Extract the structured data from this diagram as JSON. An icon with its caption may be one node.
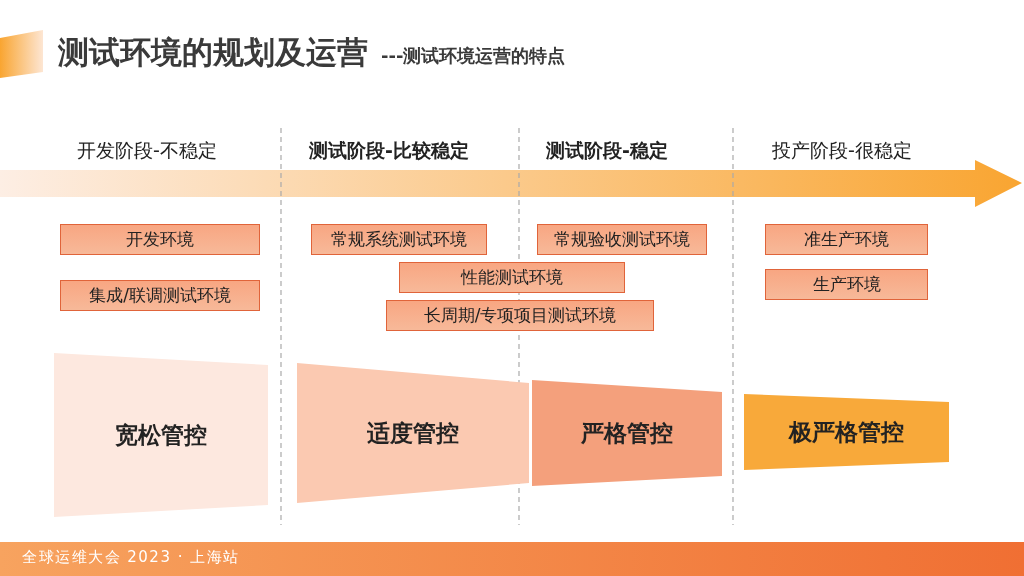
{
  "diagram": {
    "title": "测试环境的规划及运营",
    "nodes": [
      {
        "text": [
          "开发环境"
        ]
      },
      {
        "text": [
          "集成/联调测试环境"
        ]
      },
      {
        "text": [
          "常规系统测试环境"
        ]
      },
      {
        "text": [
          "常规验收测试环境"
        ]
      },
      {
        "text": [
          "性能测试环境"
        ]
      },
      {
        "text": [
          "长周期/专项项目测试环境"
        ]
      },
      {
        "text": [
          "准生产环境"
        ]
      },
      {
        "text": [
          "生产环境"
        ]
      },
      {
        "text": [
          "宽松管控"
        ]
      },
      {
        "text": [
          "适度管控"
        ]
      },
      {
        "text": [
          "严格管控"
        ]
      },
      {
        "text": [
          "极严格管控"
        ]
      }
    ],
    "edges": [],
    "labels": [
      "---测试环境运营的特点",
      "开发阶段-不稳定",
      "测试阶段-比较稳定",
      "测试阶段-稳定",
      "投产阶段-很稳定",
      "全球运维大会 2023 · 上海站"
    ]
  }
}
